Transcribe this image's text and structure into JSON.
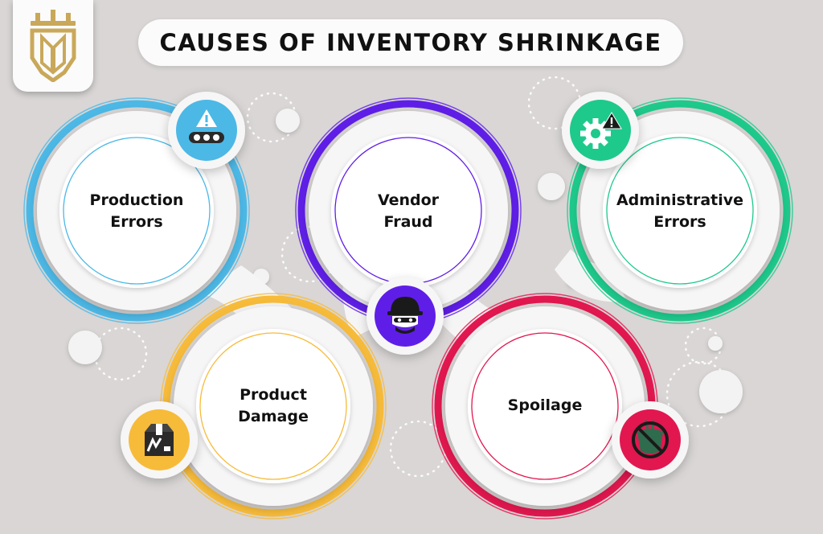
{
  "title": "CAUSES OF INVENTORY SHRINKAGE",
  "colors": {
    "background": "#d9d6d5",
    "production": "#4cb8e6",
    "vendor": "#5f1ee8",
    "administrative": "#1ec98c",
    "damage": "#f7bb3a",
    "spoilage": "#e2174f",
    "logo_gold": "#c9a85a"
  },
  "causes": [
    {
      "line1": "Production",
      "line2": "Errors",
      "icon": "conveyor-warning-icon",
      "color": "#4cb8e6"
    },
    {
      "line1": "Vendor",
      "line2": "Fraud",
      "icon": "masked-thief-icon",
      "color": "#5f1ee8"
    },
    {
      "line1": "Administrative",
      "line2": "Errors",
      "icon": "gear-warning-icon",
      "color": "#1ec98c"
    },
    {
      "line1": "Product",
      "line2": "Damage",
      "icon": "broken-box-icon",
      "color": "#f7bb3a"
    },
    {
      "line1": "Spoilage",
      "line2": "",
      "icon": "spoiled-food-icon",
      "color": "#e2174f"
    }
  ]
}
